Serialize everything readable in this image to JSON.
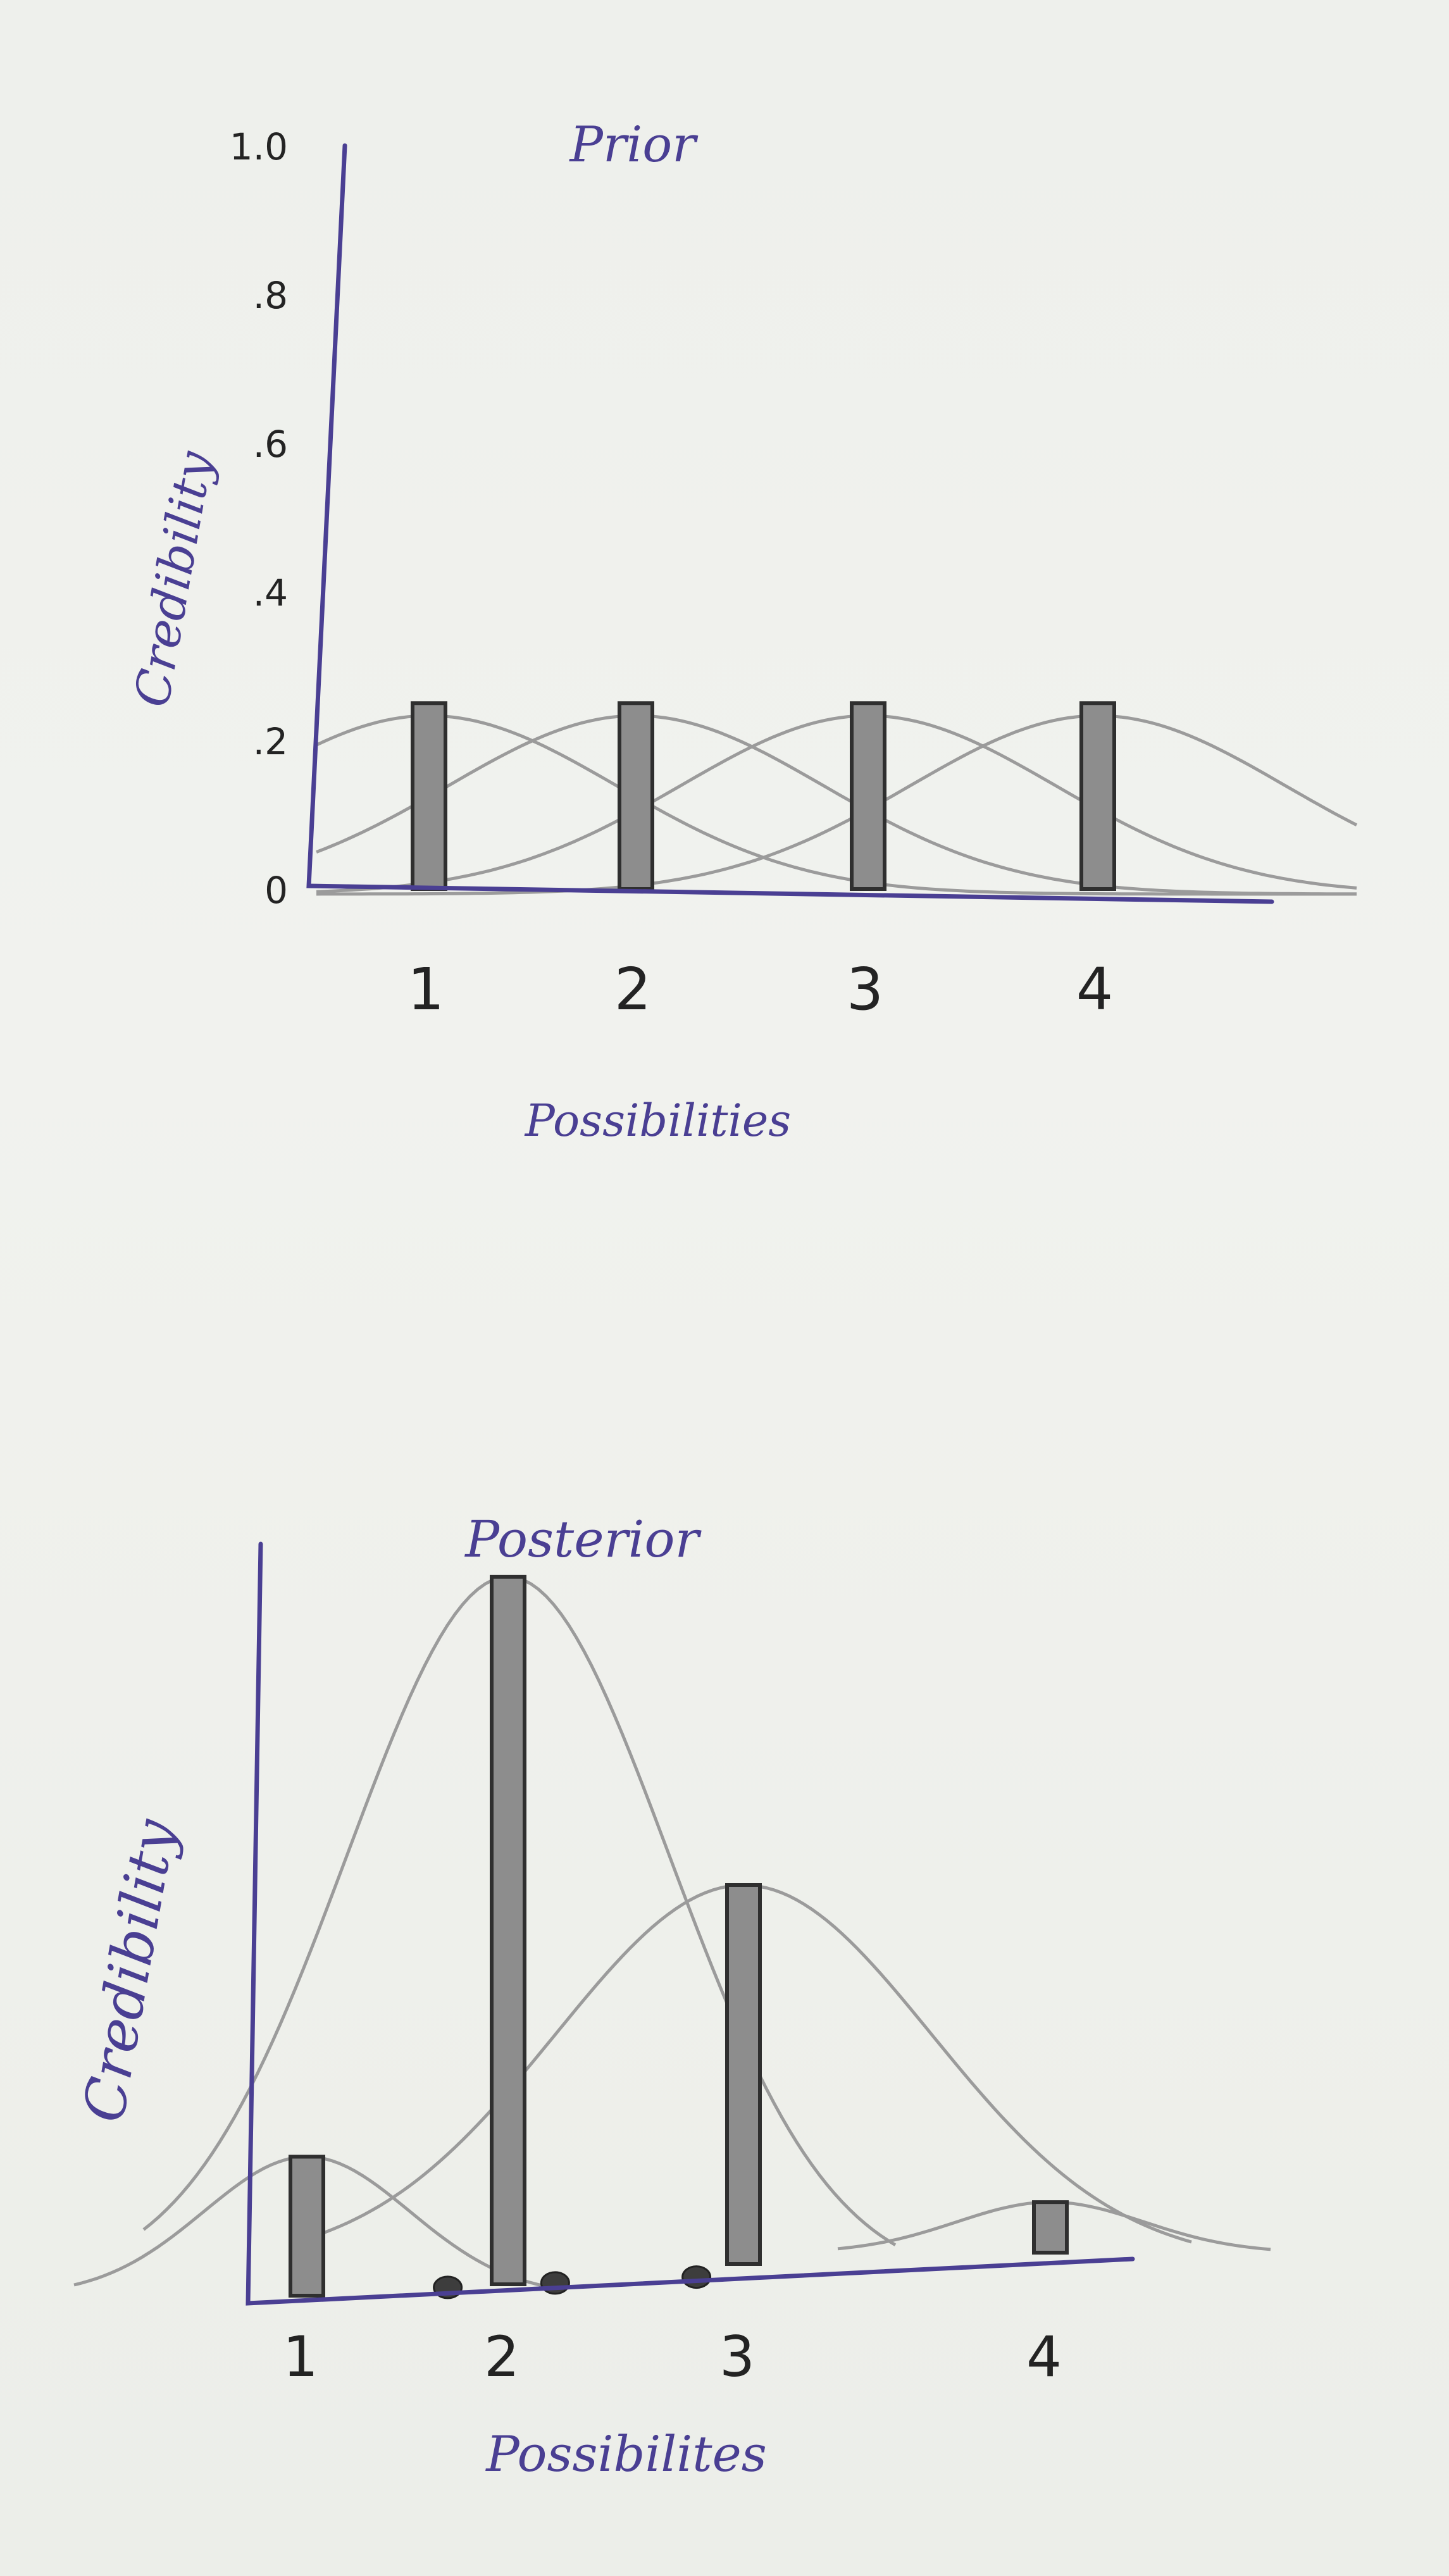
{
  "chart_data": [
    {
      "type": "bar",
      "title": "Prior",
      "xlabel": "Possibilities",
      "ylabel": "Credibility",
      "categories": [
        "1",
        "2",
        "3",
        "4"
      ],
      "values": [
        0.25,
        0.25,
        0.25,
        0.25
      ],
      "ylim": [
        0,
        1.0
      ],
      "yticks": [
        "0",
        ".2",
        ".4",
        ".6",
        ".8",
        "1.0"
      ],
      "grid": false,
      "overlay_curves": "sketched normal curves centred on each possibility"
    },
    {
      "type": "bar",
      "title": "Posterior",
      "xlabel": "Possibilites",
      "ylabel": "Credibility",
      "categories": [
        "1",
        "2",
        "3",
        "4"
      ],
      "values": [
        0.11,
        0.56,
        0.3,
        0.04
      ],
      "ylim": [
        0,
        0.6
      ],
      "yticks": [],
      "grid": false,
      "data_points": [
        1.7,
        2.2,
        2.8
      ]
    }
  ]
}
